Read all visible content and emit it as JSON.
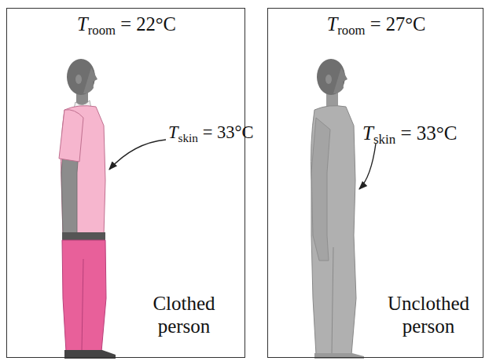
{
  "diagram": {
    "nodes": [
      {
        "text": [
          "Troom = 22°C",
          "Tskin = 33°C",
          "Clothed person"
        ]
      },
      {
        "text": [
          "Troom = 27°C",
          "Tskin = 33°C",
          "Unclothed person"
        ]
      }
    ]
  }
}
